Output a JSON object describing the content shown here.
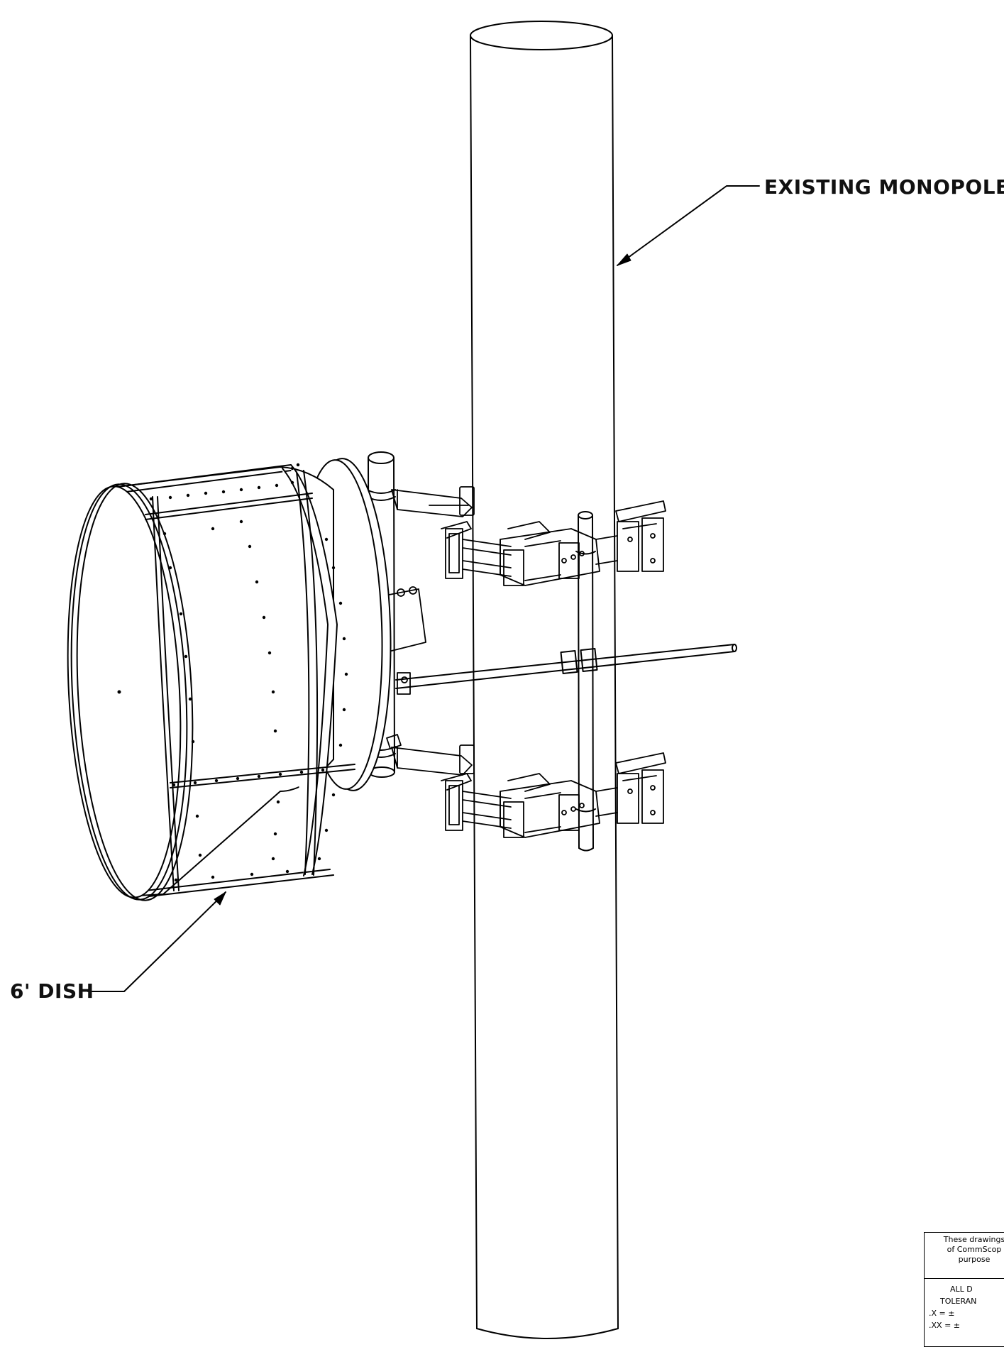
{
  "callouts": {
    "monopole": "EXISTING MONOPOLE",
    "dish": "6' DISH"
  },
  "title_block": {
    "note_lines": [
      "These drawings",
      "of CommScop",
      "purpose"
    ],
    "tolerance_lines": [
      "ALL D",
      "TOLERAN",
      ".X   =  ±",
      ".XX  =  ±"
    ]
  }
}
